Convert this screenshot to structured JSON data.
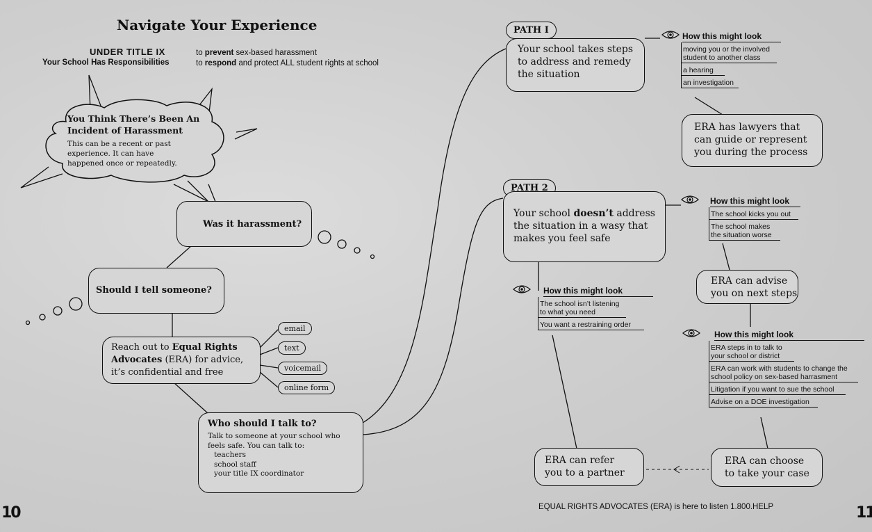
{
  "title": "Navigate Your Experience",
  "title_ix": {
    "heading": "UNDER TITLE IX",
    "subheading": "Your School Has Responsibilities",
    "line1_bold": "prevent",
    "line1_prefix": "to",
    "line1_suffix": "sex-based harassment",
    "line2_bold": "respond",
    "line2_prefix": "to",
    "line2_suffix": "and protect ALL student rights at school"
  },
  "incident": {
    "title_line1": "You Think There’s Been An",
    "title_line2": "Incident of Harassment",
    "body_line1": "This can be a recent or past",
    "body_line2": "experience.  It can have",
    "body_line3": "happened once or repeatedly."
  },
  "harassment_q": "Was it harassment?",
  "tell_q": "Should I tell someone?",
  "reach_out": {
    "line1_a": "Reach out to",
    "line1_b": "Equal Rights",
    "line2_a": "Advocates",
    "line2_b": "(ERA) for advice,",
    "line3": "it’s confidential and free"
  },
  "contact_options": [
    "email",
    "text",
    "voicemail",
    "online form"
  ],
  "who": {
    "title": "Who should I talk to?",
    "line1": "Talk to someone at your school who",
    "line2": "feels safe.  You can talk to:",
    "items": [
      "teachers",
      "school staff",
      "your title IX coordinator"
    ]
  },
  "path1": {
    "tag": "PATH I",
    "line1": "Your school takes steps",
    "line2": "to address and remedy",
    "line3": "the situation",
    "look_header": "How this might look",
    "look_items": [
      "moving you or the involved student to another class",
      "a hearing",
      "an investigation"
    ],
    "lawyers_line1": "ERA has lawyers that",
    "lawyers_line2": "can guide or represent",
    "lawyers_line3": "you during the process"
  },
  "path2": {
    "tag": "PATH 2",
    "line1_a": "Your school",
    "line1_b": "doesn’t",
    "line1_c": "address",
    "line2": "the situation in a wasy that",
    "line3": "makes you feel safe",
    "look_header": "How this might look",
    "look_items": [
      "The school kicks you out",
      "The school makes the situation worse"
    ],
    "advise_line1": "ERA can advise",
    "advise_line2": "you on next steps",
    "era_look_header": "How this might look",
    "era_look_items": [
      "ERA steps in to talk to your school or district",
      "ERA can work with students to change the school policy on sex-based harrasment",
      "Litigation if you want to sue the school",
      "Advise on a DOE investigation"
    ],
    "left_look_header": "How this might look",
    "left_look_items": [
      "The school isn’t listening to what you need",
      "You want a restraining order"
    ],
    "refer_line1": "ERA can refer",
    "refer_line2": "you to a partner",
    "choose_line1": "ERA can choose",
    "choose_line2": "to take your case"
  },
  "footer": "EQUAL RIGHTS ADVOCATES (ERA) is here to listen 1.800.HELP",
  "page_left": "10",
  "page_right": "11",
  "icons": [
    "eye-icon"
  ]
}
